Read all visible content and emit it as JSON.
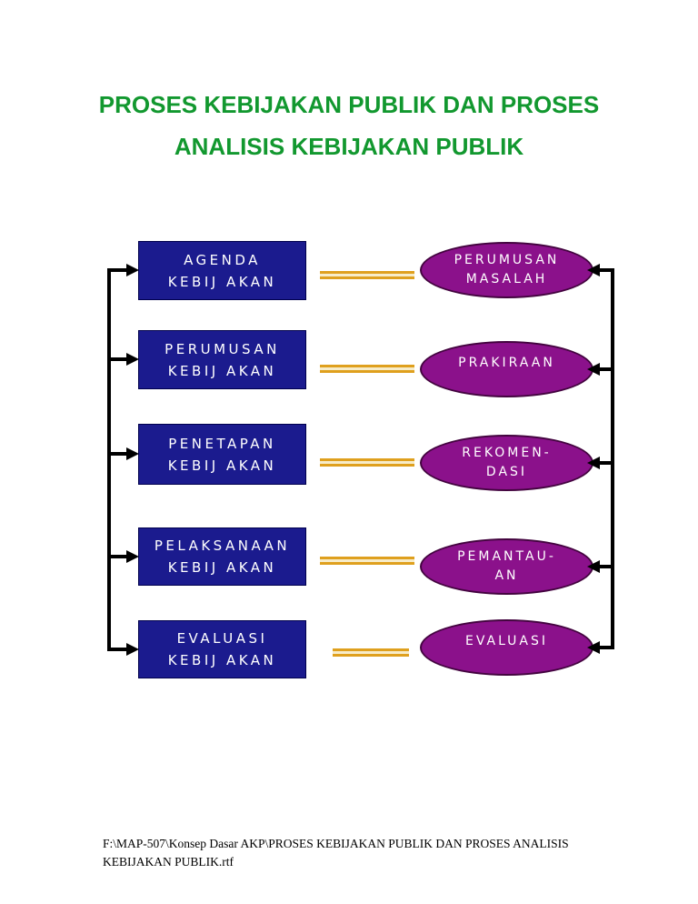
{
  "title": {
    "line1": "PROSES KEBIJAKAN PUBLIK DAN PROSES",
    "line2": "ANALISIS KEBIJAKAN PUBLIK",
    "color": "#12982f"
  },
  "boxes": [
    {
      "line1": "AGENDA",
      "line2": "KEBIJ AKAN"
    },
    {
      "line1": "PERUMUSAN",
      "line2": "KEBIJ AKAN"
    },
    {
      "line1": "PENETAPAN",
      "line2": "KEBIJ AKAN"
    },
    {
      "line1": "PELAKSANAAN",
      "line2": "KEBIJ AKAN"
    },
    {
      "line1": "EVALUASI",
      "line2": "KEBIJ AKAN"
    }
  ],
  "ellipses": [
    {
      "line1": "PERUMUSAN",
      "line2": "MASALAH"
    },
    {
      "line1": "PRAKIRAAN",
      "line2": ""
    },
    {
      "line1": "REKOMEN-",
      "line2": "DASI"
    },
    {
      "line1": "PEMANTAU-",
      "line2": "AN"
    },
    {
      "line1": "EVALUASI",
      "line2": ""
    }
  ],
  "footer": {
    "line1": "F:\\MAP-507\\Konsep Dasar AKP\\PROSES KEBIJAKAN PUBLIK DAN PROSES ANALISIS",
    "line2": "KEBIJAKAN PUBLIK.rtf"
  },
  "colors": {
    "box_fill": "#1b1b8e",
    "ellipse_fill": "#8b118b",
    "connector_orange": "#dfa01e",
    "connector_center": "#f7ecc9",
    "arrow_black": "#000000",
    "title_green": "#12982f",
    "background": "#ffffff"
  }
}
